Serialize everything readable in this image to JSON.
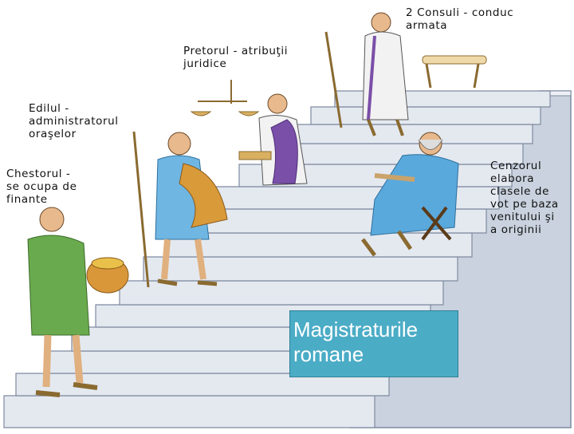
{
  "labels": {
    "consuli": "2 Consuli - conduc\narmata",
    "pretor": "Pretorul - atribuţii\njuridice",
    "edil": "Edilul -\nadministratorul\noraşelor",
    "chestor": "Chestorul -\nse ocupa de\nfinante",
    "cenzor": "Cenzorul\nelabora\nclasele de\nvot pe baza\nvenitului şi\na originii"
  },
  "title": "Magistraturile\nromane",
  "colors": {
    "title_box": "#4bacc6",
    "stairs": "#dde3ec",
    "stair_edge": "#7f8aa0",
    "toga": "#f2f2f2",
    "purple_stripe": "#7a4fa8",
    "blue_tunic": "#5aa9dc",
    "orange_cloak": "#d99a3a",
    "green_tunic": "#6aaa4e"
  }
}
